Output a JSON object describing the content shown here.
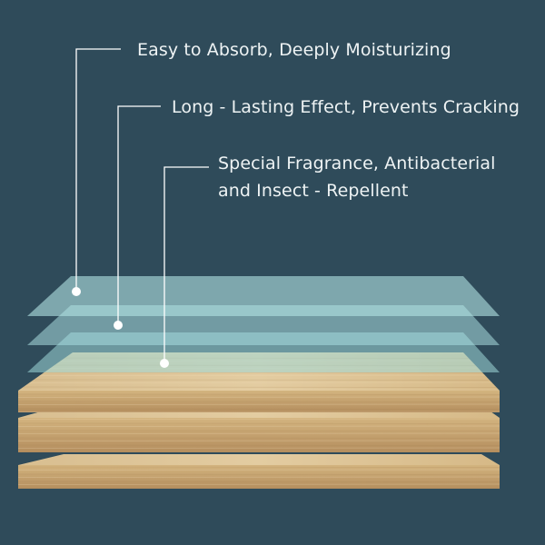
{
  "callouts": [
    {
      "lines": [
        "Easy to Absorb, Deeply Moisturizing"
      ]
    },
    {
      "lines": [
        "Long - Lasting Effect, Prevents Cracking"
      ]
    },
    {
      "lines": [
        "Special Fragrance, Antibacterial",
        "and Insect - Repellent"
      ]
    }
  ],
  "colors": {
    "background": "#2f4b5a",
    "text": "#eef3f4",
    "film": "#a9dfe0",
    "wood_light": "#dcc193",
    "wood_dark": "#b99466",
    "leader_line": "#ffffff"
  }
}
